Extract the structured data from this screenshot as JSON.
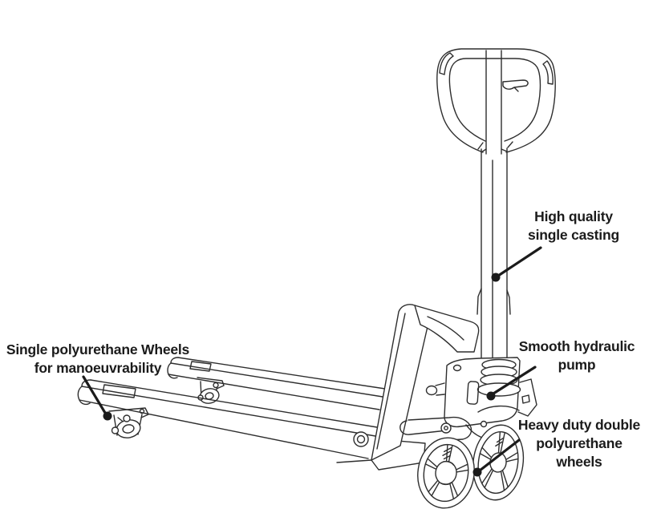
{
  "figure": {
    "type": "annotated-line-diagram",
    "subject": "hand pallet truck",
    "colors": {
      "line": "#2e2e2e",
      "leader": "#1b1b1b",
      "text": "#1b1b1b",
      "background": "#ffffff"
    },
    "labels": [
      {
        "id": "single-casting",
        "text": "High quality\nsingle casting",
        "points_to": "steering mast"
      },
      {
        "id": "hydraulic-pump",
        "text": "Smooth hydraulic\npump",
        "points_to": "pump body"
      },
      {
        "id": "double-wheels",
        "text": "Heavy duty double\npolyurethane\nwheels",
        "points_to": "rear wheel pair"
      },
      {
        "id": "single-wheels",
        "text": "Single polyurethane Wheels\nfor manoeuvrability",
        "points_to": "front caster wheel"
      }
    ]
  }
}
